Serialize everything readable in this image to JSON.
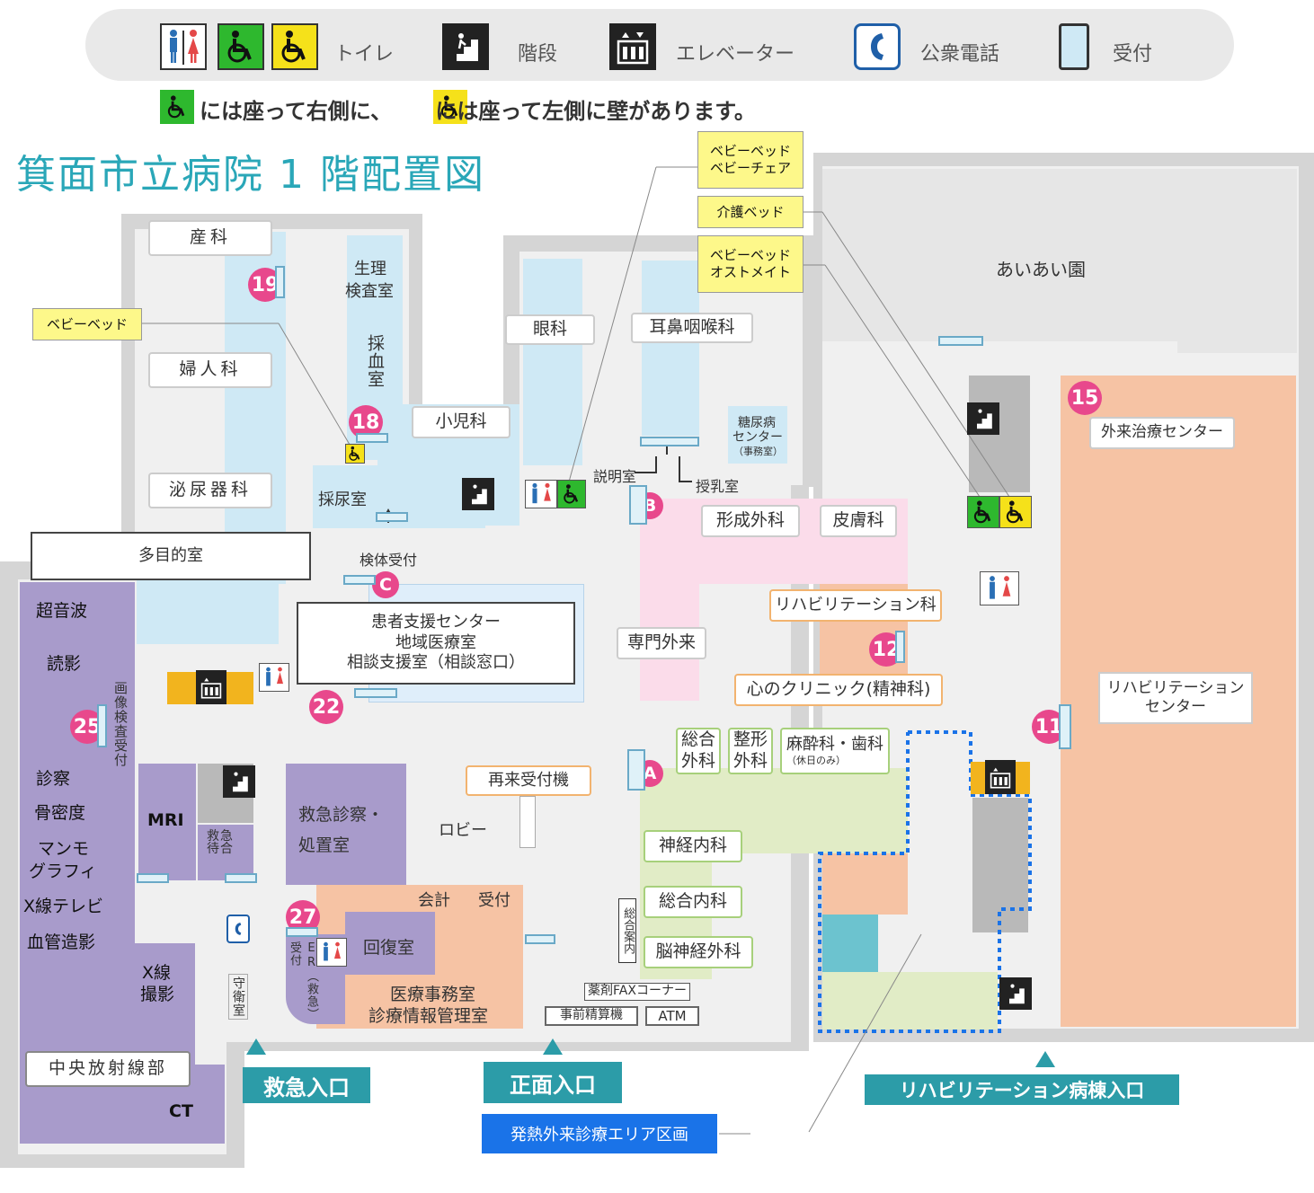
{
  "legend": {
    "toilet_label": "トイレ",
    "stairs_label": "階段",
    "elevator_label": "エレベーター",
    "phone_label": "公衆電話",
    "reception_label": "受付",
    "note": "には座って右側に、 には座って左側に壁があります。"
  },
  "title": "箕面市立病院 1 階配置図",
  "colors": {
    "accent": "#2c9ca8",
    "pin": "#e8488c",
    "blue_area": "#cfe9f5",
    "pink_area": "#fbdcea",
    "orange_area": "#f6c3a4",
    "purple_area": "#a89bcb",
    "green_area": "#e1ecc6",
    "fever_box": "#1a73e8"
  },
  "callouts": {
    "baby_bed_left": "ベビーベッド",
    "baby_bed_chair": [
      "ベビーベッド",
      "ベビーチェア"
    ],
    "care_bed": "介護ベッド",
    "baby_bed_ostomate": [
      "ベビーベッド",
      "オストメイト"
    ],
    "fever_area": "発熱外来診療エリア区画"
  },
  "rooms": {
    "sanka": "産科",
    "fujinka": "婦人科",
    "hinyokika": "泌尿器科",
    "seiri": [
      "生理",
      "検査室"
    ],
    "saiketsu": "採血室",
    "sainyo": "採尿室",
    "shonika": "小児科",
    "ganka": "眼科",
    "jibi": "耳鼻咽喉科",
    "tonyo": [
      "糖尿病",
      "センター",
      "（事務室）"
    ],
    "setsumei": "説明室",
    "junyu": "授乳室",
    "aiai": "あいあい園",
    "keisei": "形成外科",
    "hifu": "皮膚科",
    "senmon": "専門外来",
    "rehab_ka": "リハビリテーション科",
    "kokoro": "心のクリニック(精神科)",
    "gairai_chiryo": "外来治療センター",
    "rehab_center": [
      "リハビリテーション",
      "センター"
    ],
    "tamokuteki": "多目的室",
    "kenja_uketsuke": "検体受付",
    "kanja_shien": [
      "患者支援センター",
      "地域医療室",
      "相談支援室（相談窓口）"
    ],
    "choonpa": "超音波",
    "dokuei": "読影",
    "gazo_uketsuke": "画像検査受付",
    "shinsatsu": "診察",
    "kotsumitsudo": "骨密度",
    "manmo": [
      "マンモ",
      "グラフィ"
    ],
    "xsen_tv": "X線テレビ",
    "kekkan": "血管造影",
    "xsen_satsuei": [
      "X線",
      "撮影"
    ],
    "chuo": "中央放射線部",
    "ct": "CT",
    "mri": "MRI",
    "kyukyu_machiai": "救急待合",
    "kyukyu_shinsatsu": [
      "救急診察・",
      "処置室"
    ],
    "kaifuku": "回復室",
    "er_uketsuke": "ER（救急）受付",
    "shuei": "守衛室",
    "kaikei": "会計",
    "uketsuke": "受付",
    "iryo_jimu": [
      "医療事務室",
      "診療情報管理室"
    ],
    "robby": "ロビー",
    "sairai": "再来受付機",
    "sogo_geka": [
      "総合",
      "外科"
    ],
    "seikei": [
      "整形",
      "外科"
    ],
    "masui": "麻酔科・歯科",
    "masui_note": "（休日のみ）",
    "shinkei": "神経内科",
    "sogo_naika": "総合内科",
    "noushinkei": "脳神経外科",
    "sogo_annai": "総合案内",
    "yakuzai_fax": "薬剤FAXコーナー",
    "jizen_seisan": "事前精算機",
    "atm": "ATM"
  },
  "markers": {
    "n19": "19",
    "n18": "18",
    "n15": "15",
    "n12": "12",
    "n11": "11",
    "n22": "22",
    "n25": "25",
    "n27": "27",
    "a": "A",
    "b": "B",
    "c": "C"
  },
  "entrances": {
    "emergency": "救急入口",
    "front": "正面入口",
    "rehab_ward": "リハビリテーション病棟入口"
  }
}
